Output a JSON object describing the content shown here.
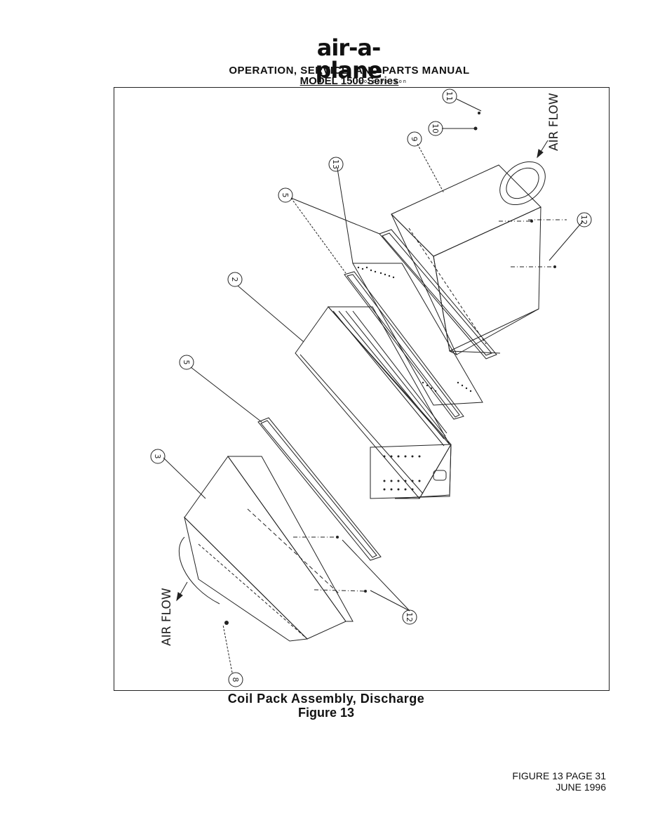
{
  "header": {
    "logo_text": "air-a-plane",
    "logo_subtext": "corporation",
    "manual_title": "OPERATION, SERVICE, AND PARTS MANUAL",
    "model": "MODEL  1500  Series"
  },
  "diagram": {
    "airflow_label": "AIR FLOW",
    "callouts": [
      "11",
      "10",
      "9",
      "13",
      "5",
      "2",
      "12",
      "5",
      "3",
      "12",
      "8"
    ]
  },
  "caption": {
    "title": "Coil Pack Assembly, Discharge",
    "figure": "Figure  13"
  },
  "footer": {
    "figure_page": "FIGURE 13    PAGE 31",
    "date": "JUNE 1996"
  }
}
